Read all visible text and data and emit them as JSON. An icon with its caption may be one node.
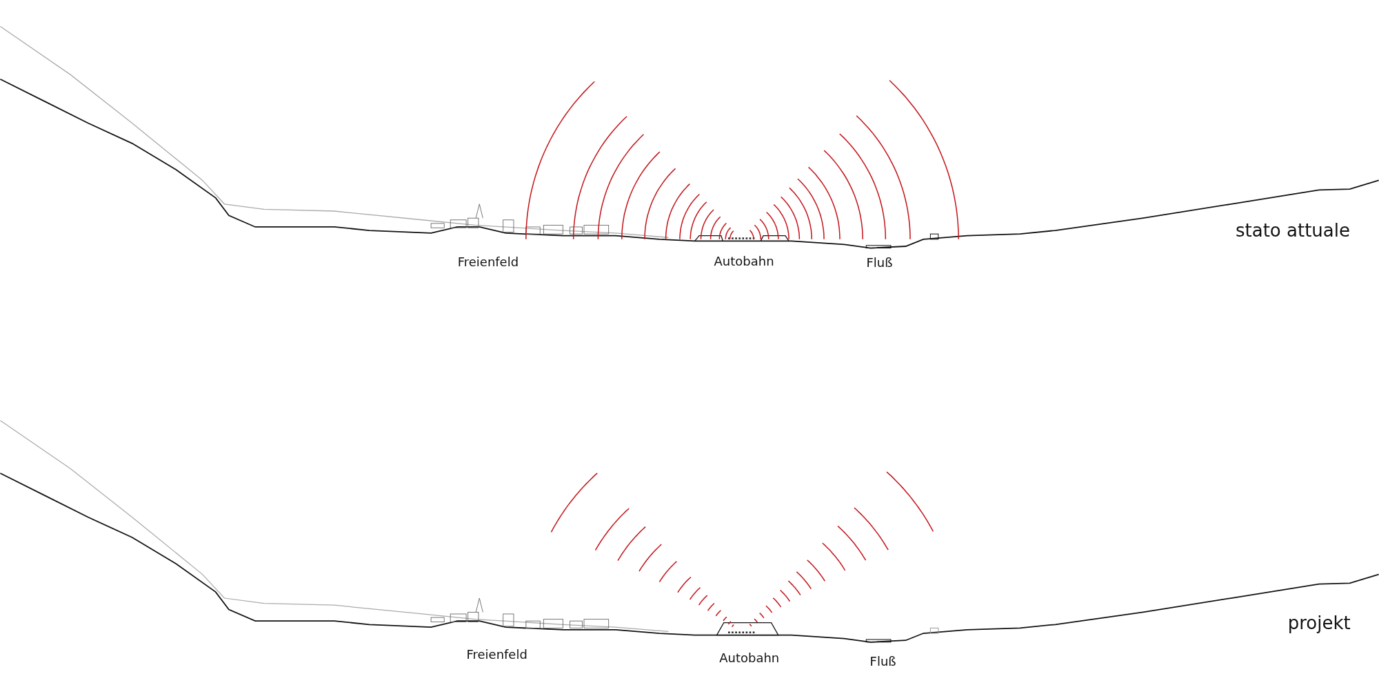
{
  "diagram": {
    "labels": [
      "stato attuale",
      "Freienfeld",
      "Autobahn",
      "Fluß",
      "projekt",
      "Freienfeld",
      "Autobahn",
      "Fluß"
    ]
  }
}
